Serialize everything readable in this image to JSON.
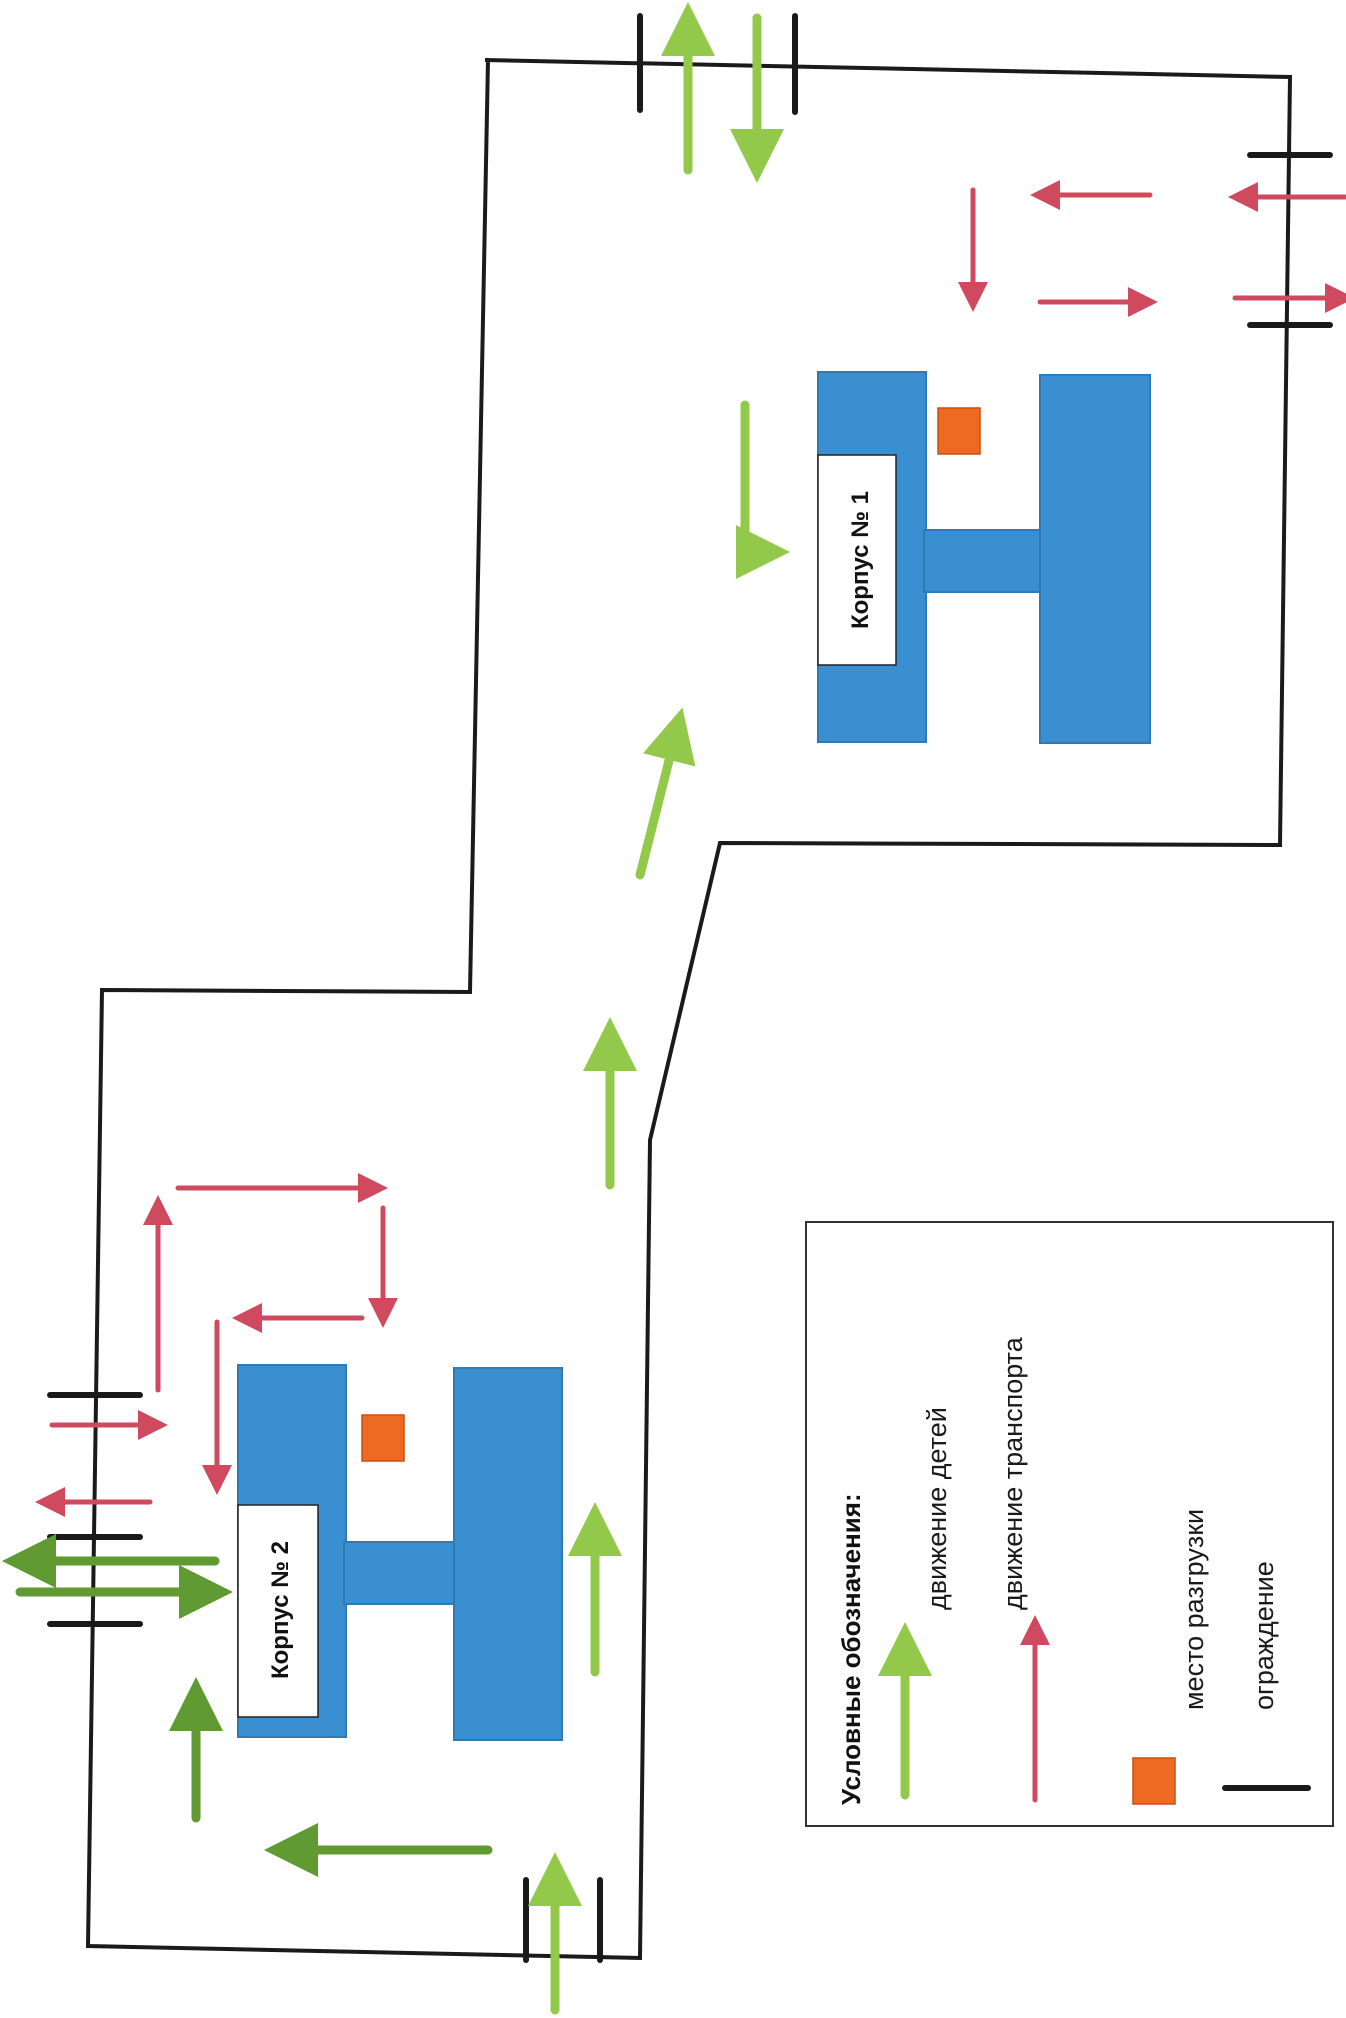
{
  "buildings": {
    "building1": {
      "label": "Корпус № 1"
    },
    "building2": {
      "label": "Корпус № 2"
    }
  },
  "legend": {
    "title": "Условные обозначения:",
    "items": [
      {
        "key": "children",
        "label": "движение детей",
        "color": "#93c94a"
      },
      {
        "key": "transport",
        "label": "движение  транспорта",
        "color": "#cf4a5e"
      },
      {
        "key": "unloading",
        "label": "место  разгрузки",
        "color": "#ee6a22"
      },
      {
        "key": "fence",
        "label": "ограждение",
        "color": "#1a1a1a"
      }
    ]
  },
  "colors": {
    "building": "#3a8fd0",
    "building_edge": "#2f7ab5",
    "children_path": "#93c94a",
    "children_path_dark": "#5f9a32",
    "transport_path": "#cf4a5e",
    "unloading": "#ee6a22",
    "fence": "#1a1a1a"
  },
  "icons": {
    "unloading": "orange-cube-icon",
    "children": "green-arrow-icon",
    "transport": "red-arrow-icon",
    "fence": "black-line-icon"
  }
}
